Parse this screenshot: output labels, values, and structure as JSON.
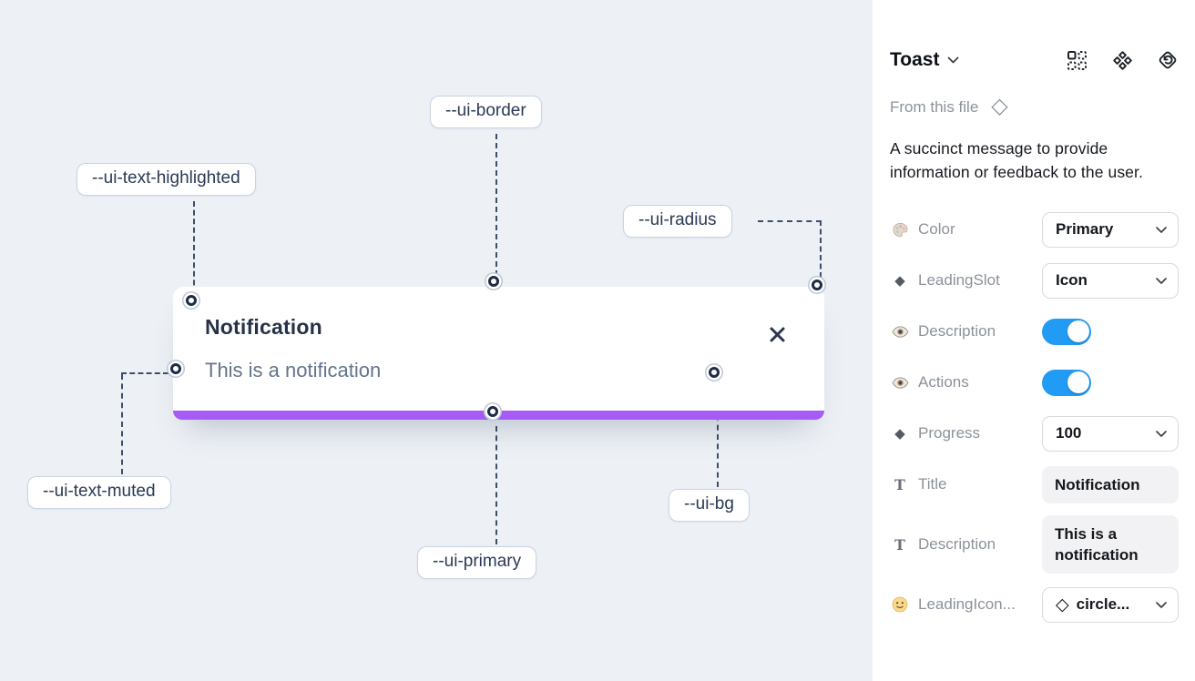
{
  "canvas": {
    "toast": {
      "title": "Notification",
      "description": "This is a notification"
    },
    "annotations": [
      {
        "id": "ui-border",
        "text": "--ui-border"
      },
      {
        "id": "ui-text-highlighted",
        "text": "--ui-text-highlighted"
      },
      {
        "id": "ui-radius",
        "text": "--ui-radius"
      },
      {
        "id": "ui-text-muted",
        "text": "--ui-text-muted"
      },
      {
        "id": "ui-primary",
        "text": "--ui-primary"
      },
      {
        "id": "ui-bg",
        "text": "--ui-bg"
      }
    ],
    "colors": {
      "canvas_bg": "#edf1f6",
      "toast_bg": "#ffffff",
      "primary_bar": "#a55bf4",
      "title_text": "#273249",
      "muted_text": "#64748b",
      "annotation_line": "#3e4d68"
    },
    "icons": [
      "close-icon",
      "connection-marker"
    ]
  },
  "panel": {
    "title": "Toast",
    "source_label": "From this file",
    "source_icon": "◇",
    "description": "A succinct message to provide information or feedback to the user.",
    "header_icons": [
      "instance-grid-icon",
      "component-icon",
      "reset-diamond-icon"
    ],
    "colors": {
      "toggle_on": "#219bf4",
      "label_text": "#8c929b",
      "value_text": "#14171c"
    },
    "properties": [
      {
        "icon": "palette-icon",
        "label": "Color",
        "control": "dropdown",
        "value": "Primary"
      },
      {
        "icon": "diamond-icon",
        "label": "LeadingSlot",
        "control": "dropdown",
        "value": "Icon"
      },
      {
        "icon": "eye-icon",
        "label": "Description",
        "control": "toggle",
        "value": "on"
      },
      {
        "icon": "eye-icon",
        "label": "Actions",
        "control": "toggle",
        "value": "on"
      },
      {
        "icon": "diamond-icon",
        "label": "Progress",
        "control": "dropdown",
        "value": "100"
      },
      {
        "icon": "text-icon",
        "label": "Title",
        "control": "textfield",
        "value": "Notification"
      },
      {
        "icon": "text-icon",
        "label": "Description",
        "control": "textfield",
        "value": "This is a notification"
      },
      {
        "icon": "smiley-icon",
        "label": "LeadingIcon...",
        "control": "icon-dropdown",
        "value": "circle...",
        "value_icon": "◇"
      }
    ],
    "diamond_glyph": "◆",
    "t_glyph": "T"
  }
}
